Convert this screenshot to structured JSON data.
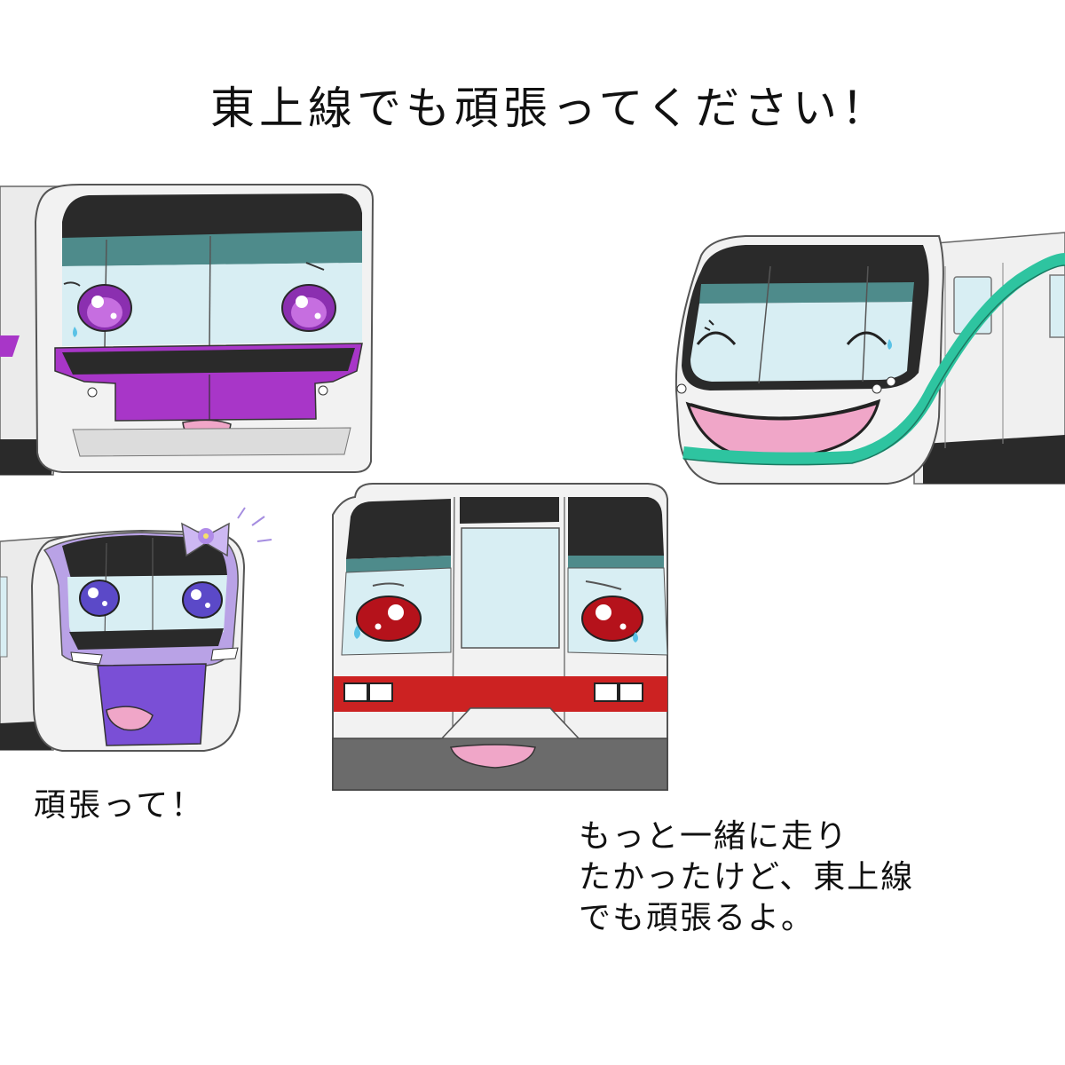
{
  "title": "東上線でも頑張ってください！",
  "captions": {
    "left": "頑張って！",
    "right_lines": [
      "もっと一緒に走り",
      "たかったけど、東上線",
      "でも頑張るよ。"
    ]
  },
  "colors": {
    "purple": "#a836c8",
    "lavender": "#b9a2e6",
    "green": "#2ec4a0",
    "red": "#cc2222",
    "window": "#d8eef3",
    "visor": "#4e8b8b",
    "black": "#2a2a2a",
    "body": "#f2f2f2",
    "tongue": "#f0a6c8"
  }
}
